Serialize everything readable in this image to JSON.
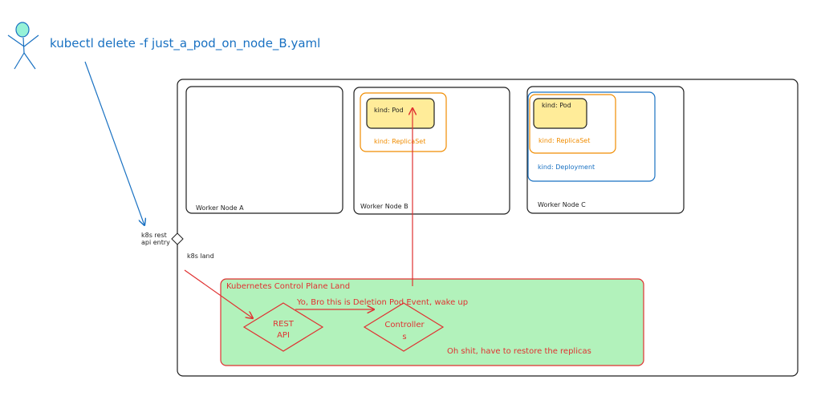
{
  "actor": {
    "command": "kubectl delete -f just_a_pod_on_node_B.yaml"
  },
  "entry": {
    "line1": "k8s rest",
    "line2": "api entry"
  },
  "land_label": "k8s land",
  "nodes": [
    {
      "label": "Worker Node A"
    },
    {
      "label": "Worker Node B"
    },
    {
      "label": "Worker Node C"
    }
  ],
  "node_b": {
    "pod": "kind: Pod",
    "replicaset": "kind: ReplicaSet"
  },
  "node_c": {
    "pod": "kind: Pod",
    "replicaset": "kind: ReplicaSet",
    "deployment": "kind: Deployment"
  },
  "control_plane": {
    "title": "Kubernetes Control Plane Land",
    "rest_api_line1": "REST",
    "rest_api_line2": "API",
    "controllers_line1": "Controller",
    "controllers_line2": "s",
    "event_message": "Yo, Bro this is Deletion Pod Event, wake up",
    "restore_message": "Oh shit, have to restore the replicas"
  },
  "colors": {
    "blue": "#1971c2",
    "red": "#e03131",
    "orange": "#f08c00",
    "pod_fill": "#ffec99",
    "cp_fill": "#b2f2bb",
    "stroke": "#1e1e1e",
    "actor_head": "#96f2d7"
  }
}
